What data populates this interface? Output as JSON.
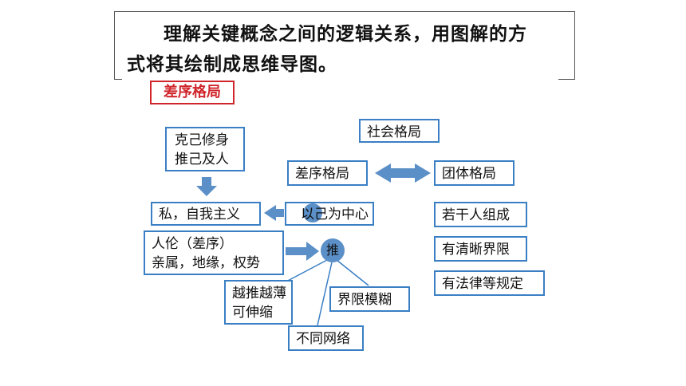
{
  "instruction": {
    "line1": "理解关键概念之间的逻辑关系，用图解的方",
    "line2": "式将其绘制成思维导图。"
  },
  "title": "差序格局",
  "boxes": {
    "kejixiushen": [
      "克己修身",
      "推己及人"
    ],
    "shehui": "社会格局",
    "chaxu": "差序格局",
    "tuanti": "团体格局",
    "si": "私，自我主义",
    "yiji": "以己为中心",
    "yiji_circle": "己",
    "renlun": [
      "人伦（差序）",
      "亲属，地缘，权势"
    ],
    "tui": "推",
    "ruogan": "若干人组成",
    "jiexian": "有清晰界限",
    "falv": "有法律等规定",
    "yuetui": [
      "越推越薄",
      "可伸缩"
    ],
    "mohu": "界限模糊",
    "wangluo": "不同网络"
  },
  "colors": {
    "box_border": "#3a7fc4",
    "arrow_fill": "#5b8fc7",
    "circle_fill": "#5b8fc7",
    "title_red": "#d0252b"
  }
}
